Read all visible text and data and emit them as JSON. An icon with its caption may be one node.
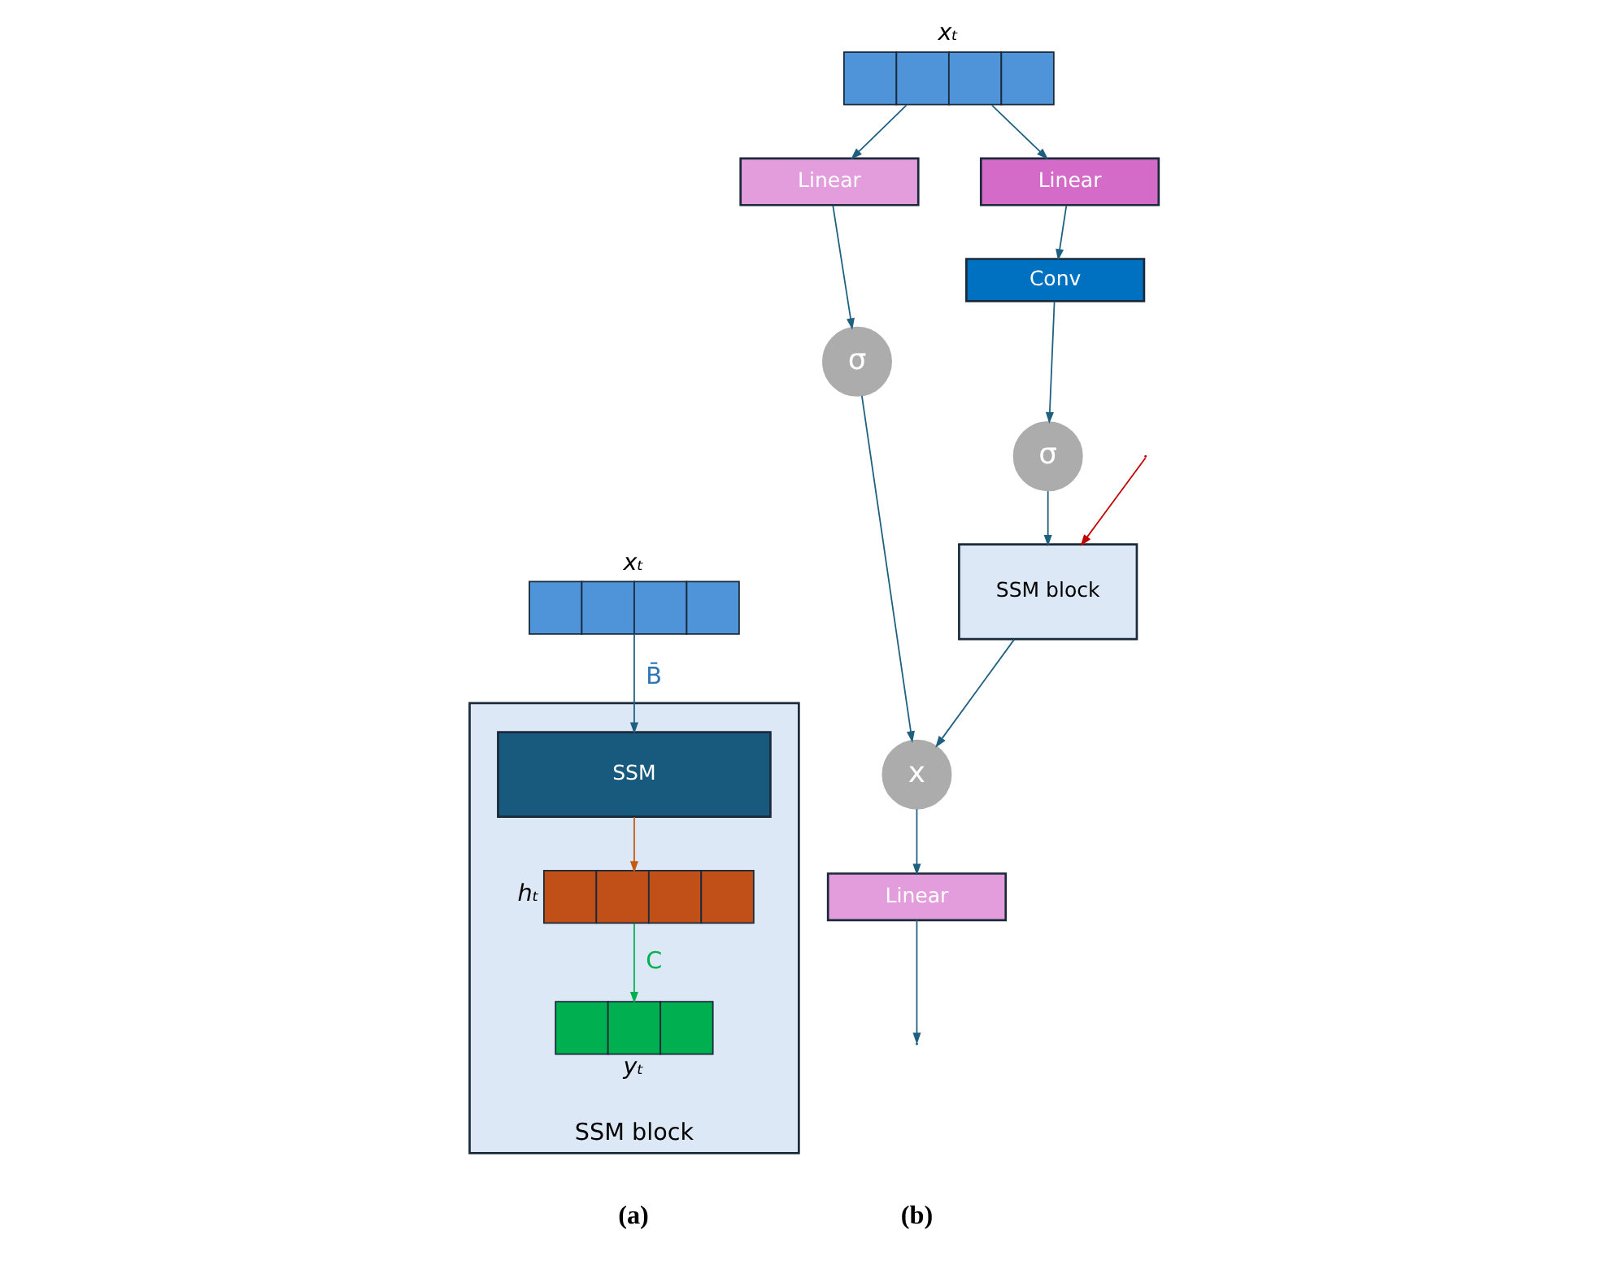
{
  "diagram": {
    "nodes": [
      {
        "text": [
          "xₜ"
        ]
      },
      {
        "text": [
          "SSM block"
        ]
      },
      {
        "text": [
          "SSM"
        ],
        "in": 1
      },
      {
        "text": [
          "hₜ"
        ],
        "in": 1
      },
      {
        "text": [
          "yₜ"
        ],
        "in": 1
      },
      {
        "text": [
          "xₜ"
        ]
      },
      {
        "text": [
          "Linear"
        ]
      },
      {
        "text": [
          "Linear"
        ]
      },
      {
        "text": [
          "Conv"
        ]
      },
      {
        "text": [
          "σ"
        ]
      },
      {
        "text": [
          "σ"
        ]
      },
      {
        "text": [
          "SSM block"
        ]
      },
      {
        "text": [
          "x"
        ]
      },
      {
        "text": [
          "Linear"
        ]
      }
    ],
    "edges": [
      {
        "from": 0,
        "to": 2,
        "arrow": "to",
        "label": "B̄"
      },
      {
        "from": 2,
        "to": 3,
        "arrow": "to",
        "color": "#c55a11"
      },
      {
        "from": 3,
        "to": 4,
        "arrow": "to",
        "label": "C",
        "color": "#00b050"
      },
      {
        "from": 5,
        "to": 6,
        "arrow": "to"
      },
      {
        "from": 5,
        "to": 7,
        "arrow": "to"
      },
      {
        "from": 7,
        "to": 8,
        "arrow": "to"
      },
      {
        "from": 6,
        "to": 9,
        "arrow": "to"
      },
      {
        "from": 8,
        "to": 10,
        "arrow": "to"
      },
      {
        "from": 10,
        "to": 11,
        "arrow": "to"
      },
      {
        "from": null,
        "to": 11,
        "arrow": "to",
        "color": "#c00000"
      },
      {
        "from": 9,
        "to": 12,
        "arrow": "to"
      },
      {
        "from": 11,
        "to": 12,
        "arrow": "to"
      },
      {
        "from": 12,
        "to": 13,
        "arrow": "to"
      },
      {
        "from": 13,
        "to": null,
        "arrow": "to"
      }
    ],
    "labels": [
      "(a)",
      "(b)"
    ]
  }
}
